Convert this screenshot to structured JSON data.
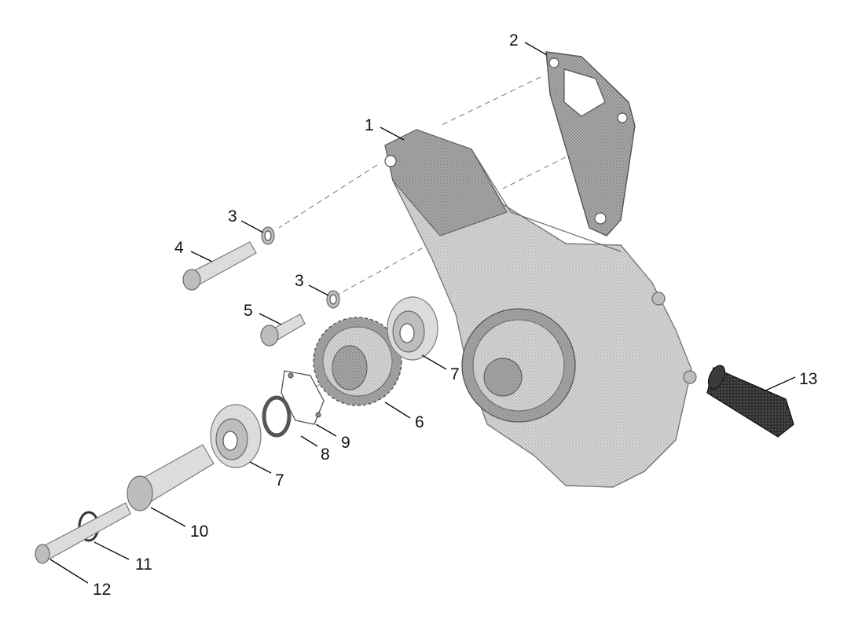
{
  "callouts": [
    {
      "id": "1",
      "label": "1"
    },
    {
      "id": "2",
      "label": "2"
    },
    {
      "id": "3a",
      "label": "3"
    },
    {
      "id": "3b",
      "label": "3"
    },
    {
      "id": "4",
      "label": "4"
    },
    {
      "id": "5",
      "label": "5"
    },
    {
      "id": "6",
      "label": "6"
    },
    {
      "id": "7a",
      "label": "7"
    },
    {
      "id": "7b",
      "label": "7"
    },
    {
      "id": "8",
      "label": "8"
    },
    {
      "id": "9",
      "label": "9"
    },
    {
      "id": "10",
      "label": "10"
    },
    {
      "id": "11",
      "label": "11"
    },
    {
      "id": "12",
      "label": "12"
    },
    {
      "id": "13",
      "label": "13"
    }
  ]
}
